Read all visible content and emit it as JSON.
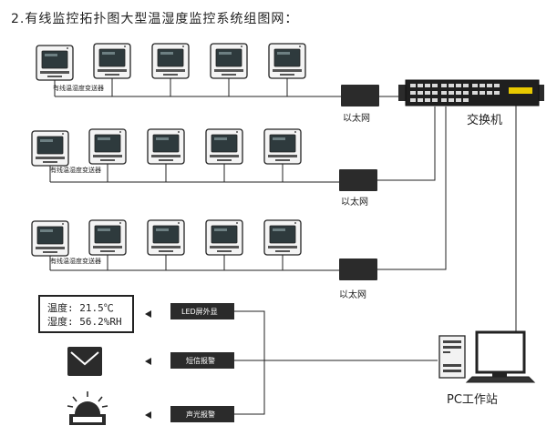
{
  "title": "2.有线监控拓扑图大型温湿度监控系统组图网：",
  "rows": [
    {
      "sensor_label": "有线温湿度变送器",
      "ethernet_label": "以太网"
    },
    {
      "sensor_label": "有线温湿度变送器",
      "ethernet_label": "以太网"
    },
    {
      "sensor_label": "有线温湿度变送器",
      "ethernet_label": "以太网"
    }
  ],
  "switch_label": "交换机",
  "pc_label": "PC工作站",
  "lcd": {
    "line1": "温度: 21.5℃",
    "line2": "湿度: 56.2%RH"
  },
  "outputs": [
    {
      "label": "LED屏外显"
    },
    {
      "label": "短信报警"
    },
    {
      "label": "声光报警"
    }
  ],
  "colors": {
    "line": "#222222",
    "device": "#2b2b2b",
    "accent_led": "#e8c900"
  }
}
